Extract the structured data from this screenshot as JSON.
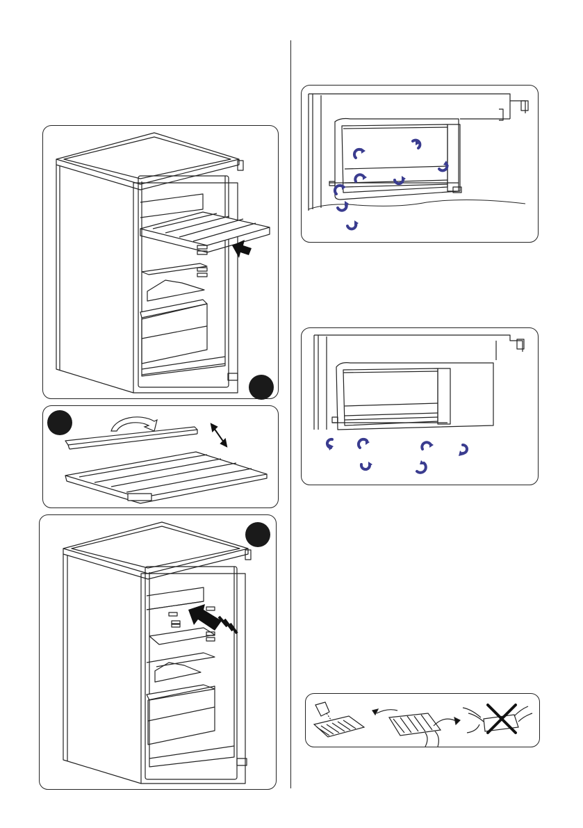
{
  "document": {
    "page_text": ""
  },
  "figures": {
    "fig1": {
      "name": "fridge-shelf-removal",
      "badge_label": ""
    },
    "fig2": {
      "name": "shelf-rail-rotation",
      "badge_label": ""
    },
    "fig3": {
      "name": "shelf-reinsertion",
      "badge_label": ""
    },
    "fig4": {
      "name": "air-circulation-shelf-up"
    },
    "fig5": {
      "name": "air-circulation-shelf-down"
    },
    "fig6": {
      "name": "ice-tray-usage",
      "steps": [
        "fill-tray",
        "twist-tray",
        "do-not-pull-by-hand"
      ]
    }
  },
  "colors": {
    "line": "#222222",
    "badge": "#1a1a1a",
    "arrow_blue": "#3a3c8f",
    "arrow_black": "#111111",
    "cross": "#111111"
  }
}
